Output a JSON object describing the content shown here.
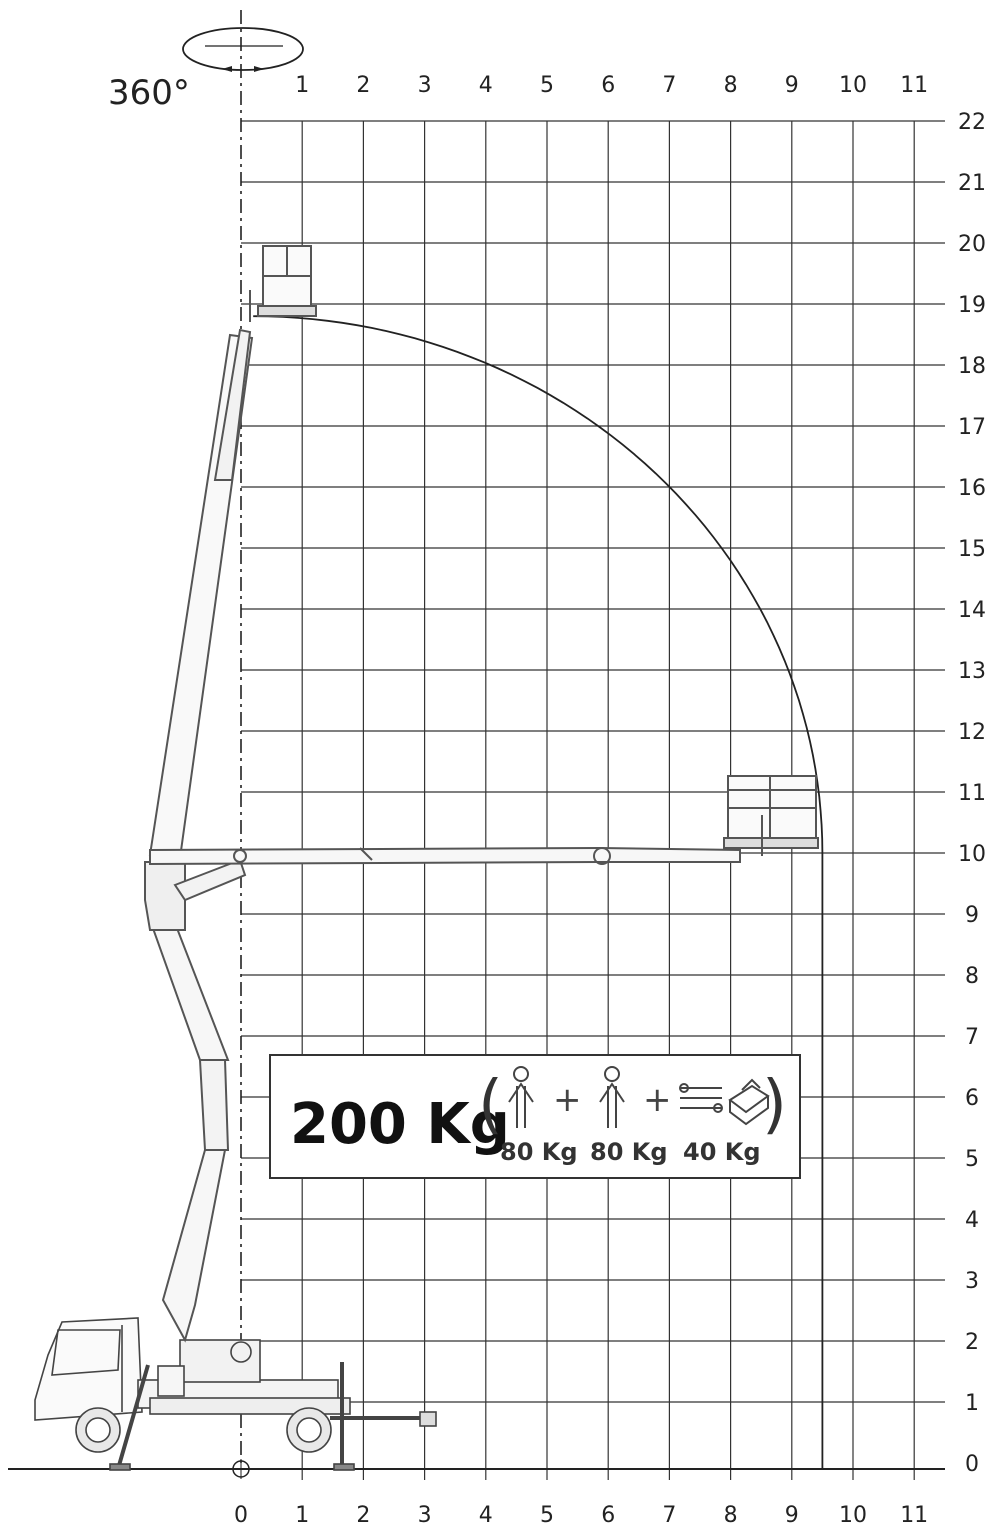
{
  "rotation": {
    "label": "360°"
  },
  "axes": {
    "x_ticks": [
      "0",
      "1",
      "2",
      "3",
      "4",
      "5",
      "6",
      "7",
      "8",
      "9",
      "10",
      "11"
    ],
    "x_top_ticks": [
      "1",
      "2",
      "3",
      "4",
      "5",
      "6",
      "7",
      "8",
      "9",
      "10",
      "11"
    ],
    "y_ticks": [
      "0",
      "1",
      "2",
      "3",
      "4",
      "5",
      "6",
      "7",
      "8",
      "9",
      "10",
      "11",
      "12",
      "13",
      "14",
      "15",
      "16",
      "17",
      "18",
      "19",
      "20",
      "21",
      "22"
    ]
  },
  "envelope": {
    "max_height": 18.8,
    "max_outreach": 9.5,
    "outreach_at_height_10": 9.5
  },
  "load": {
    "total": "200 Kg",
    "person1": "80 Kg",
    "person2": "80 Kg",
    "tools": "40 Kg"
  },
  "colors": {
    "line": "#222222",
    "grid": "#333333",
    "machine": "#555555"
  }
}
